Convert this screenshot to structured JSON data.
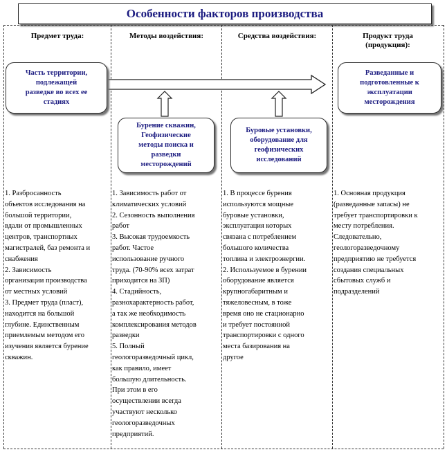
{
  "title": "Особенности факторов производства",
  "columns": [
    {
      "heading": "Предмет  труда:",
      "box": "Часть территории,\nподлежащей\nразведке  во всех ее\nстадиях",
      "text": "1. Разбросанность\nобъектов исследования на\nбольшой территории,\nвдали от промышленных\nцентров, транспортных\nмагистралей, баз ремонта и\nснабжения\n2. Зависимость\nорганизации производства\nот местных  условий\n3. Предмет труда (пласт),\nнаходится  на большой\nглубине. Единственным\nприемлемым методом его\nизучения является  бурение\nскважин."
    },
    {
      "heading": "Методы  воздействия:",
      "box": "Бурение  скважин,\nГеофизические\nметоды поиска  и\nразведки\nместорождений",
      "text": "1. Зависимость работ от\nклиматических  условий\n2.  Сезонность выполнения\nработ\n3. Высокая трудоемкость\nработ. Частое\nиспользование ручного\nтруда.  (70-90%  всех затрат\nприходится  на ЗП)\n4. Стадийность,\nразнохарактерность  работ,\nа так  же необходимость\nкомплексирования методов\nразведки\n5. Полный\nгеологоразведочный цикл,\nкак правило, имеет\nбольшую длительность.\nПри этом в его\nосуществлении всегда\nучаствуют несколько\nгеологоразведочных\nпредприятий."
    },
    {
      "heading": "Средства  воздействия:",
      "box": "Буровые  установки,\nоборудование  для\nгеофизических\nисследований",
      "text": "1. В  процессе бурения\nиспользуются мощные\nбуровые установки,\nэксплуатация которых\nсвязана с потреблением\nбольшого количества\nтоплива и электроэнергии.\n2. Используемое в бурении\nоборудование является\nкрупногабаритным и\nтяжеловесным,  в тоже\nвремя оно не стационарно\nи требует постоянной\nтранспортировки  с одного\nместа базирования на\nдругое"
    },
    {
      "heading": "Продукт  труда\n(продукция):",
      "box": "Разведанные  и\nподготовленные  к\nэксплуатации\nместорождения",
      "text": "1. Основная продукция\n(разведанные запасы) не\nтребует транспортировки к\nместу потребления.\nСледовательно,\nгеологоразведочному\nпредприятию не требуется\nсоздания специальных\nсбытовых  служб и\nподразделений"
    }
  ],
  "colors": {
    "accent": "#1b1b80",
    "border": "#2a2a2a",
    "shadow": "#777777"
  }
}
